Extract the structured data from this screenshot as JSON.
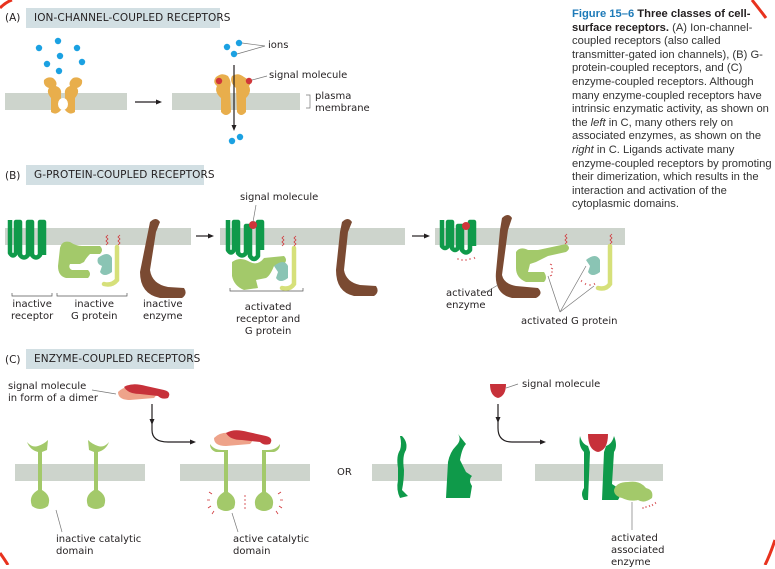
{
  "caption": {
    "figure_label": "Figure 15–6",
    "title": " Three classes of cell-surface receptors.",
    "body_parts": [
      " (A) Ion-channel-coupled receptors (also called transmitter-gated ion channels), (B) G-protein-coupled receptors, and (C) enzyme-coupled receptors. Although many enzyme-coupled receptors have intrinsic enzymatic activity, as shown on the ",
      "left",
      " in C, many others rely on associated enzymes, as shown on the ",
      "right",
      " in C. Ligands activate many enzyme-coupled receptors by promoting their dimerization, which results in the interaction and activation of the cytoplasmic domains."
    ]
  },
  "panels": {
    "a": {
      "tag": "(A)",
      "header": "ION-CHANNEL-COUPLED RECEPTORS",
      "labels": {
        "ions": "ions",
        "signal_molecule": "signal molecule",
        "plasma_membrane": "plasma\nmembrane"
      }
    },
    "b": {
      "tag": "(B)",
      "header": "G-PROTEIN-COUPLED RECEPTORS",
      "labels": {
        "signal_molecule": "signal molecule",
        "inactive_receptor": "inactive\nreceptor",
        "inactive_g_protein": "inactive\nG protein",
        "inactive_enzyme": "inactive\nenzyme",
        "activated_receptor_g": "activated\nreceptor and\nG protein",
        "activated_enzyme": "activated\nenzyme",
        "activated_g_protein": "activated G protein"
      }
    },
    "c": {
      "tag": "(C)",
      "header": "ENZYME-COUPLED RECEPTORS",
      "labels": {
        "signal_dimer": "signal molecule\nin form of a dimer",
        "inactive_catalytic": "inactive catalytic\ndomain",
        "active_catalytic": "active catalytic\ndomain",
        "or": "OR",
        "signal_molecule": "signal molecule",
        "activated_associated": "activated\nassociated\nenzyme"
      }
    }
  },
  "colors": {
    "membrane": "#cdd4cc",
    "header_bg": "#d2dfe3",
    "ion": "#1ba1e2",
    "channel": "#e8ae4c",
    "signal": "#d0363a",
    "gpcr": "#0f9a4a",
    "g_alpha": "#a3c96a",
    "g_beta": "#8ac4b4",
    "g_gamma": "#d6e07a",
    "enzyme": "#7a4a32",
    "rtk": "#a3c96a",
    "dimer_light": "#eea38a",
    "figure_label": "#1d7ab8"
  }
}
